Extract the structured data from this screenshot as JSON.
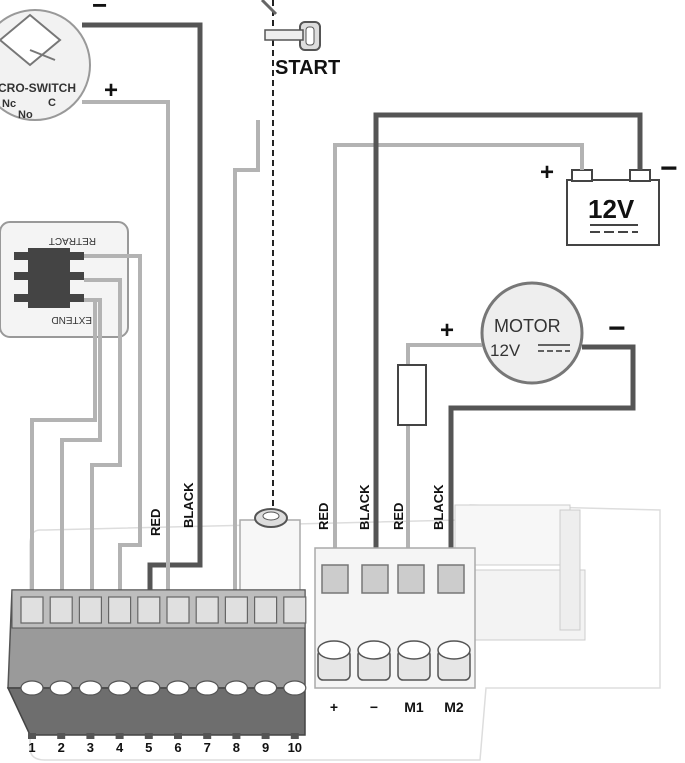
{
  "microswitch": {
    "label": "CRO-SWITCH",
    "nc": "Nc",
    "no": "No",
    "c": "C"
  },
  "key_switch": {
    "label": "START"
  },
  "battery": {
    "label": "12V",
    "plus": "+",
    "minus": "−"
  },
  "motor": {
    "label": "MOTOR",
    "voltage": "12V"
  },
  "relay": {
    "retract": "RETRACT",
    "extend": "EXTEND"
  },
  "signs": {
    "plus": "+",
    "minus": "−"
  },
  "wire_labels": {
    "left_red": "RED",
    "left_black": "BLACK",
    "r1": "RED",
    "r2": "BLACK",
    "r3": "RED",
    "r4": "BLACK"
  },
  "terminal_numbers": [
    "1",
    "2",
    "3",
    "4",
    "5",
    "6",
    "7",
    "8",
    "9",
    "10"
  ],
  "power_terminals": [
    "+",
    "−",
    "M1",
    "M2"
  ],
  "colors": {
    "dark_wire": "#555555",
    "light_wire": "#b3b3b3",
    "block": "#8c8c8c"
  }
}
